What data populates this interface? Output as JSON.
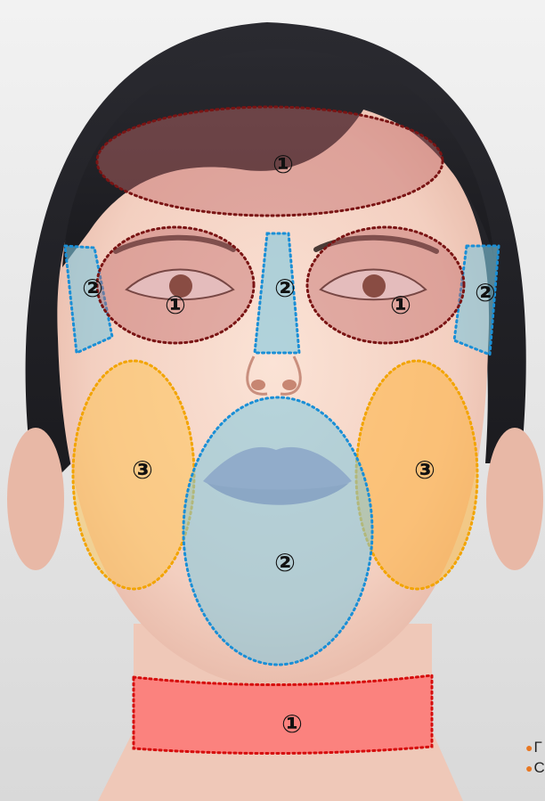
{
  "zones": {
    "forehead": "①",
    "left_eye": "①",
    "right_eye": "①",
    "neck": "①",
    "nose": "②",
    "left_temple": "②",
    "right_temple": "②",
    "mouth_chin": "②",
    "left_cheek": "③",
    "right_cheek": "③"
  },
  "legend_fragments": [
    "Г",
    "C"
  ],
  "colors": {
    "zone1_fill": "#c46a6a",
    "zone1_stroke": "#7a1414",
    "zone2_fill": "#7ec8e0",
    "zone2_stroke": "#1a8fd6",
    "zone3_fill": "#ffc24a",
    "zone3_stroke": "#f2a400",
    "neck_fill": "#ff6b6b",
    "neck_stroke": "#d60d0d",
    "bullet": "#e87722"
  }
}
